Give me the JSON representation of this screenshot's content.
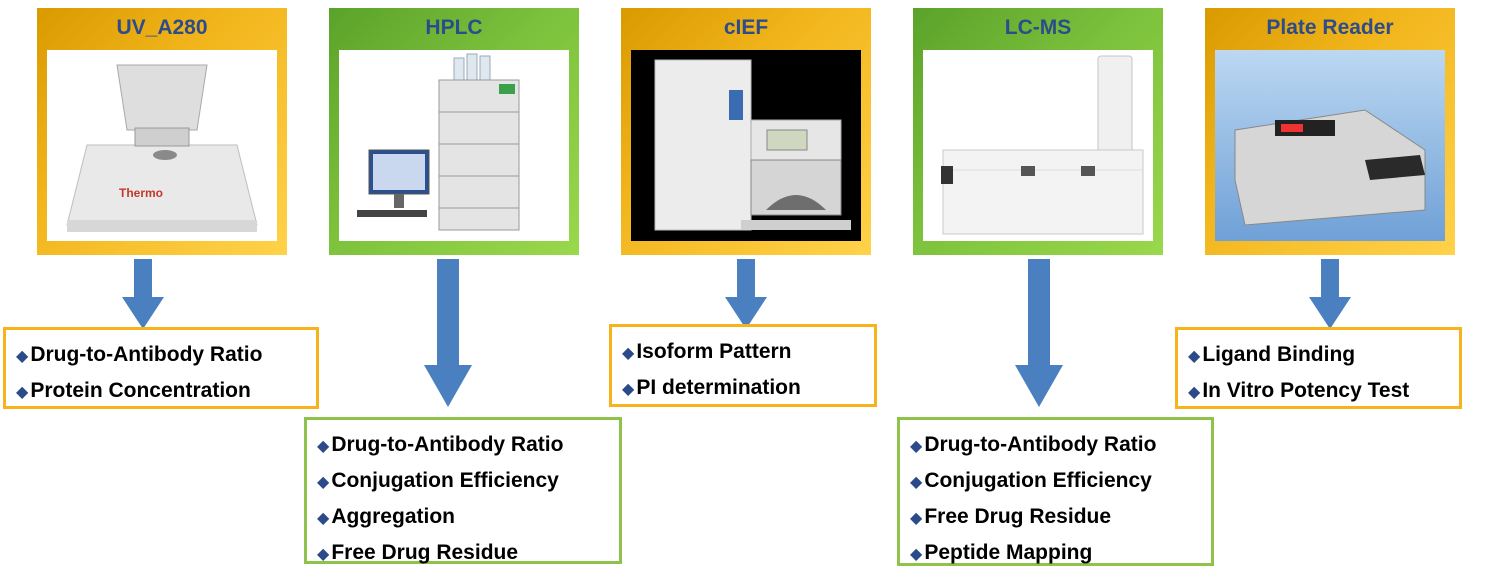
{
  "cards": [
    {
      "title": "UV_A280",
      "icon": "spectrophotometer-image",
      "brand": "Thermo",
      "color": "#f5b323"
    },
    {
      "title": "HPLC",
      "icon": "hplc-system-image",
      "color": "#7cc13c"
    },
    {
      "title": "cIEF",
      "icon": "cief-analyzer-image",
      "color": "#f5b323"
    },
    {
      "title": "LC-MS",
      "icon": "lc-ms-instrument-image",
      "color": "#7cc13c"
    },
    {
      "title": "Plate Reader",
      "icon": "plate-reader-image",
      "color": "#f5b323"
    }
  ],
  "boxes": [
    {
      "items": [
        "Drug-to-Antibody Ratio",
        "Protein Concentration"
      ]
    },
    {
      "items": [
        "Drug-to-Antibody Ratio",
        "Conjugation  Efficiency",
        "Aggregation",
        "Free Drug Residue"
      ]
    },
    {
      "items": [
        "Isoform Pattern",
        "PI determination"
      ]
    },
    {
      "items": [
        "Drug-to-Antibody Ratio",
        "Conjugation  Efficiency",
        "Free Drug Residue",
        "Peptide Mapping"
      ]
    },
    {
      "items": [
        "Ligand Binding",
        "In Vitro Potency Test"
      ]
    }
  ],
  "bullet_symbol": "◆",
  "colors": {
    "arrow": "#4a7fc0",
    "gold": "#f5b323",
    "green": "#7cc13c",
    "title": "#2d4c8a"
  }
}
